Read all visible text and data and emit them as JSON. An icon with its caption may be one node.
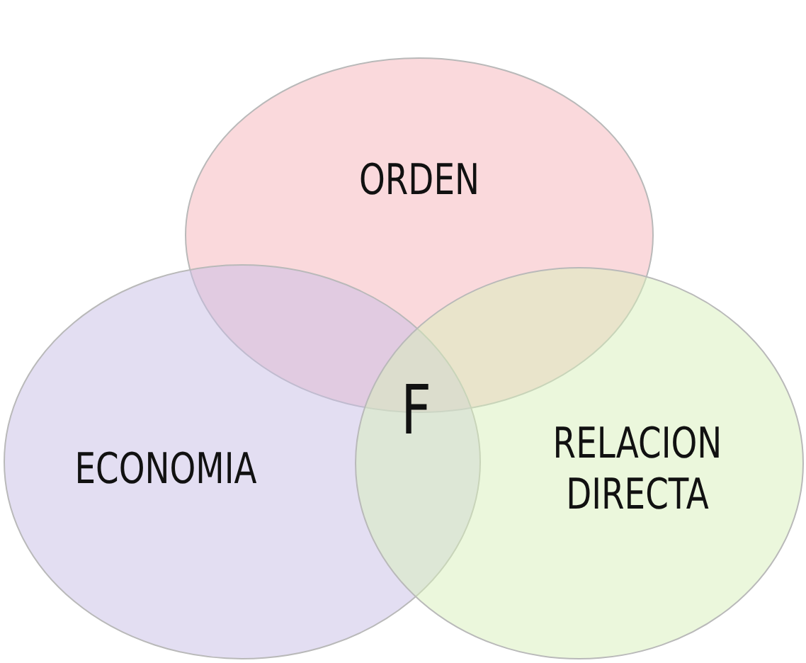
{
  "diagram": {
    "nodes": [
      {
        "text": [
          "ORDEN"
        ]
      },
      {
        "text": [
          "ECONOMIA"
        ]
      },
      {
        "text": [
          "RELACION DIRECTA"
        ]
      }
    ],
    "labels": [
      "F"
    ]
  }
}
